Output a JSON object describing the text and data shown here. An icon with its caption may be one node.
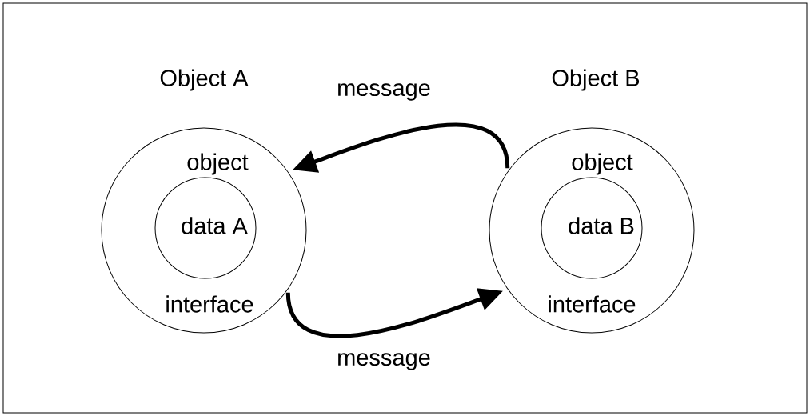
{
  "diagram": {
    "nodes": [
      {
        "text": [
          "Object A",
          "object",
          "interface"
        ]
      },
      {
        "text": [
          "data A"
        ],
        "in": 0
      },
      {
        "text": [
          "Object B",
          "object",
          "interface"
        ]
      },
      {
        "text": [
          "data B"
        ],
        "in": 2
      }
    ],
    "edges": [
      {
        "from": 2,
        "to": 0,
        "arrow": "to",
        "label": "message"
      },
      {
        "from": 0,
        "to": 2,
        "arrow": "to",
        "label": "message"
      }
    ]
  }
}
